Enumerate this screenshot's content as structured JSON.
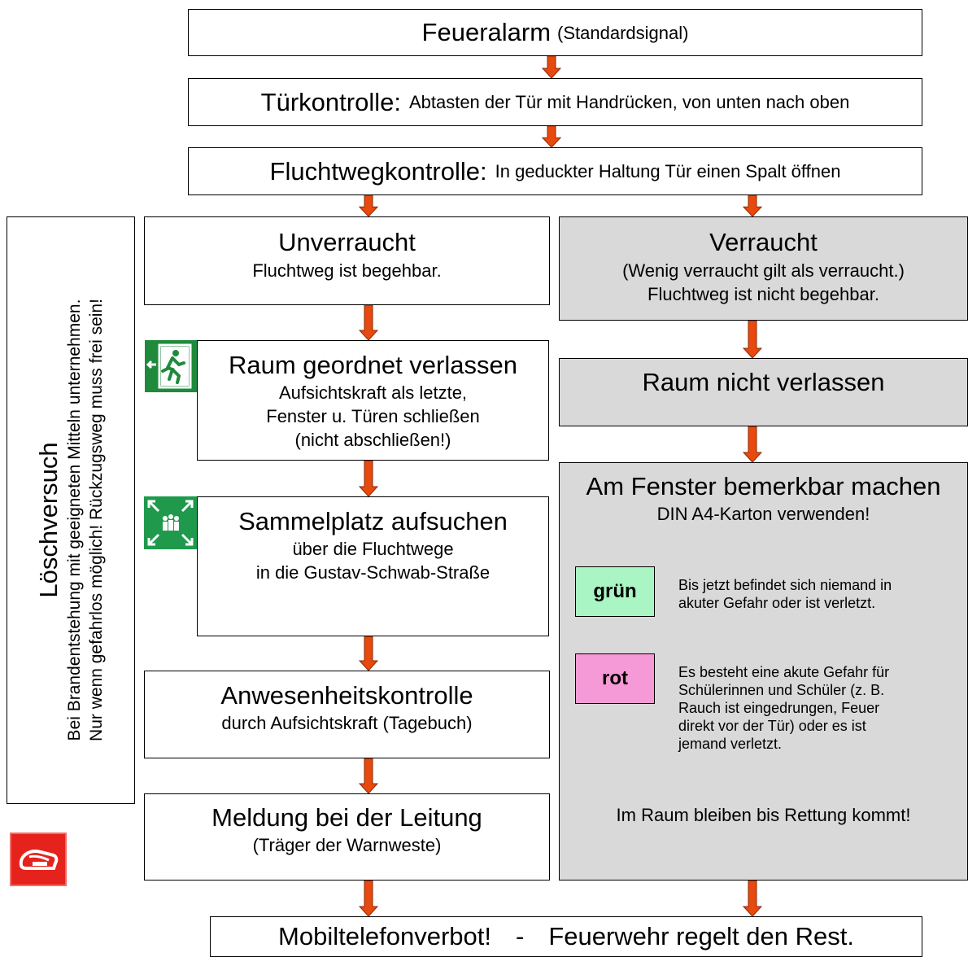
{
  "colors": {
    "arrow": "#e8490f",
    "gray_box": "#d9d9d9",
    "green_chip": "#a9f5c3",
    "red_chip": "#f59ad6",
    "exit_sign": "#1f8a3c",
    "extinguisher": "#e5231c"
  },
  "top": {
    "alarm": {
      "title": "Feueralarm",
      "note": "(Standardsignal)"
    },
    "door_check": {
      "title": "Türkontrolle:",
      "note": "Abtasten der Tür mit Handrücken, von unten nach oben"
    },
    "route_check": {
      "title": "Fluchtwegkontrolle:",
      "note": "In geduckter Haltung Tür einen Spalt öffnen"
    }
  },
  "side": {
    "title": "Löschversuch",
    "line1": "Bei Brandentstehung mit geeigneten Mitteln unternehmen.",
    "line2": "Nur wenn gefahrlos möglich! Rückzugsweg muss frei sein!",
    "icon": "fire-extinguisher-icon"
  },
  "left": {
    "unsmoked": {
      "title": "Unverraucht",
      "text": "Fluchtweg ist begehbar."
    },
    "leave": {
      "title": "Raum geordnet verlassen",
      "lines": [
        "Aufsichtskraft als letzte,",
        "Fenster u. Türen schließen",
        "(nicht abschließen!)"
      ],
      "icon": "emergency-exit-icon"
    },
    "assembly": {
      "title": "Sammelplatz aufsuchen",
      "lines": [
        "über die Fluchtwege",
        "in die Gustav-Schwab-Straße"
      ],
      "icon": "assembly-point-icon"
    },
    "attendance": {
      "title": "Anwesenheitskontrolle",
      "text": "durch Aufsichtskraft (Tagebuch)"
    },
    "report": {
      "title": "Meldung bei der Leitung",
      "text": "(Träger der Warnweste)"
    }
  },
  "right": {
    "smoked": {
      "title": "Verraucht",
      "lines": [
        "(Wenig verraucht gilt als verraucht.)",
        "Fluchtweg ist nicht begehbar."
      ]
    },
    "stay": {
      "title": "Raum nicht verlassen"
    },
    "window": {
      "title": "Am Fenster bemerkbar machen",
      "subtitle": "DIN A4-Karton verwenden!",
      "green": {
        "label": "grün",
        "lines": [
          "Bis jetzt befindet sich niemand in",
          "akuter Gefahr oder ist verletzt."
        ]
      },
      "red": {
        "label": "rot",
        "lines": [
          "Es besteht eine akute Gefahr für",
          "Schülerinnen und Schüler (z. B.",
          "Rauch ist eingedrungen, Feuer",
          "direkt vor der Tür) oder es ist",
          "jemand verletzt."
        ]
      },
      "footer": "Im Raum bleiben bis Rettung kommt!"
    }
  },
  "bottom": {
    "left": "Mobiltelefonverbot!",
    "sep": "-",
    "right": "Feuerwehr regelt den Rest."
  }
}
